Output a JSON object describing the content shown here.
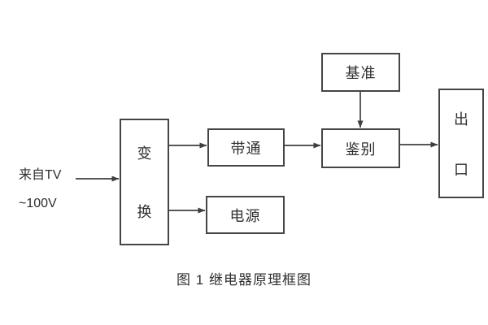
{
  "figure": {
    "caption": "图 1 继电器原理框图",
    "input_label": [
      "来自TV",
      "~100V"
    ],
    "blocks": {
      "transform": [
        "变",
        "换"
      ],
      "bandpass": "带通",
      "power": "电源",
      "reference": "基准",
      "discriminator": "鉴别",
      "outlet": [
        "出",
        "口"
      ]
    },
    "colors": {
      "line": "#3f3f3f",
      "border": "#454545",
      "text": "#2f2f2f",
      "background": "#ffffff"
    }
  }
}
